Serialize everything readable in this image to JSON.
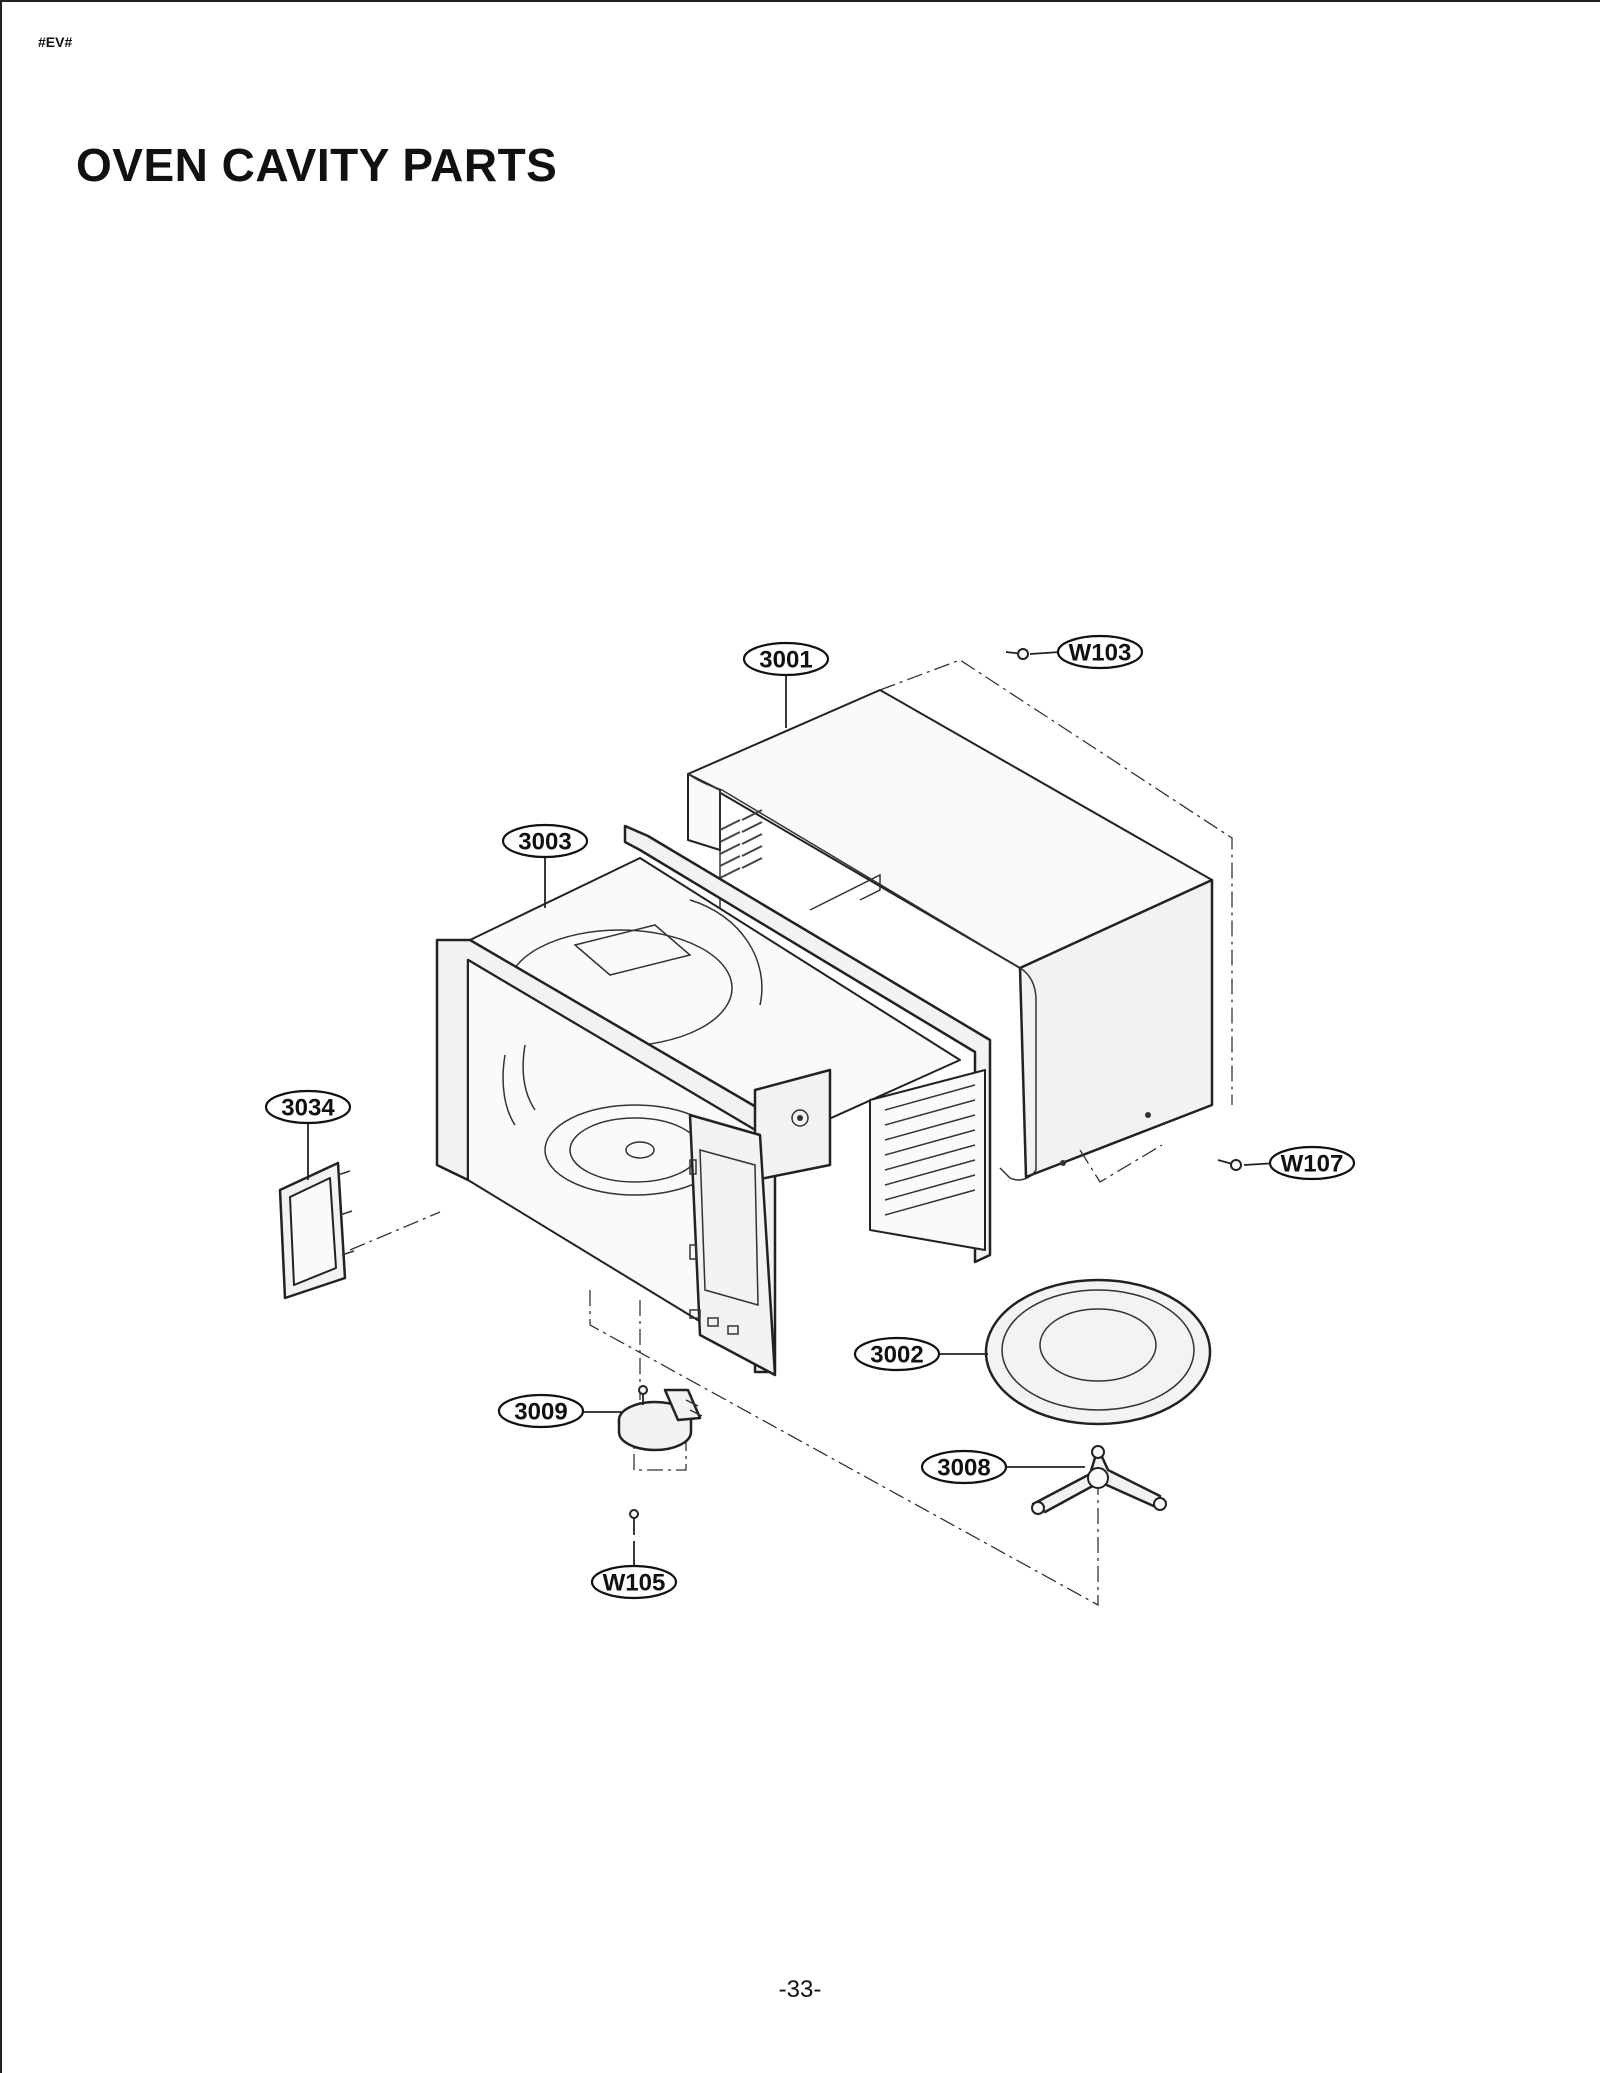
{
  "header": {
    "code": "#EV#"
  },
  "title": "OVEN CAVITY PARTS",
  "page_number": "-33-",
  "callouts": {
    "c3001": "3001",
    "c3002": "3002",
    "c3003": "3003",
    "c3008": "3008",
    "c3009": "3009",
    "c3034": "3034",
    "w103": "W103",
    "w105": "W105",
    "w107": "W107"
  }
}
